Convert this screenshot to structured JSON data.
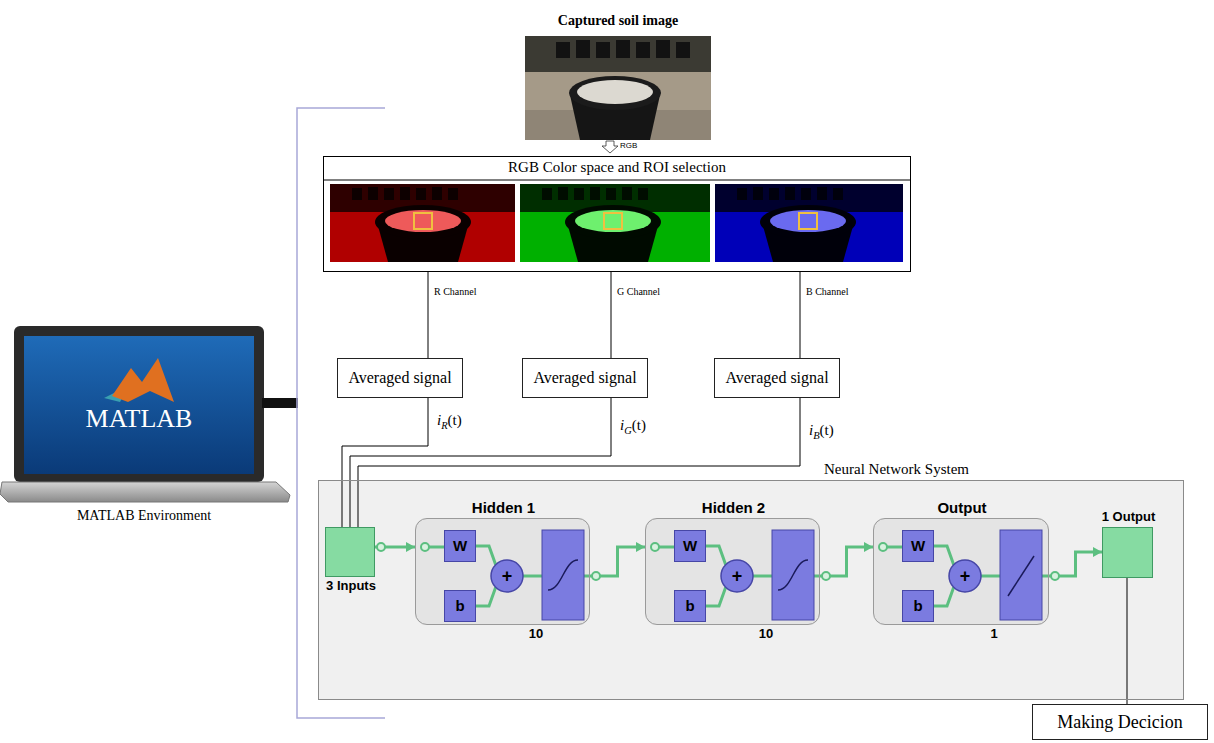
{
  "diagram": {
    "nodes": [
      {
        "text": [
          "RGB Color space and ROI selection"
        ]
      },
      {
        "text": [
          "Averaged signal"
        ]
      },
      {
        "text": [
          "Averaged signal"
        ]
      },
      {
        "text": [
          "Averaged signal"
        ]
      },
      {
        "text": [
          "Neural Network System"
        ]
      },
      {
        "text": [
          "3 Inputs"
        ],
        "in": 4
      },
      {
        "text": [
          "Hidden 1",
          "10"
        ],
        "in": 4
      },
      {
        "text": [
          "W"
        ],
        "in": 6
      },
      {
        "text": [
          "b"
        ],
        "in": 6
      },
      {
        "text": [
          "Hidden 2",
          "10"
        ],
        "in": 4
      },
      {
        "text": [
          "W"
        ],
        "in": 9
      },
      {
        "text": [
          "b"
        ],
        "in": 9
      },
      {
        "text": [
          "Output",
          "1"
        ],
        "in": 4
      },
      {
        "text": [
          "W"
        ],
        "in": 12
      },
      {
        "text": [
          "b"
        ],
        "in": 12
      },
      {
        "text": [
          "1 Output"
        ],
        "in": 4
      },
      {
        "text": [
          "Making Decicion"
        ]
      }
    ],
    "edges": [
      {
        "from": 0,
        "to": 1,
        "arrow": "none",
        "label": "R Channel"
      },
      {
        "from": 0,
        "to": 2,
        "arrow": "none",
        "label": "G Channel"
      },
      {
        "from": 0,
        "to": 3,
        "arrow": "none",
        "label": "B Channel"
      },
      {
        "from": 1,
        "to": 5,
        "arrow": "none",
        "label": "iR(t)"
      },
      {
        "from": 2,
        "to": 5,
        "arrow": "none",
        "label": "iG(t)"
      },
      {
        "from": 3,
        "to": 5,
        "arrow": "none",
        "label": "iB(t)"
      },
      {
        "from": 5,
        "to": 6,
        "arrow": "to"
      },
      {
        "from": 6,
        "to": 9,
        "arrow": "to"
      },
      {
        "from": 9,
        "to": 12,
        "arrow": "to"
      },
      {
        "from": 12,
        "to": 15,
        "arrow": "to"
      },
      {
        "from": 15,
        "to": 16,
        "arrow": "none"
      }
    ],
    "labels": [
      "Captured soil image",
      "RGB",
      "MATLAB",
      "MATLAB Environment",
      "+",
      "+",
      "+"
    ]
  }
}
